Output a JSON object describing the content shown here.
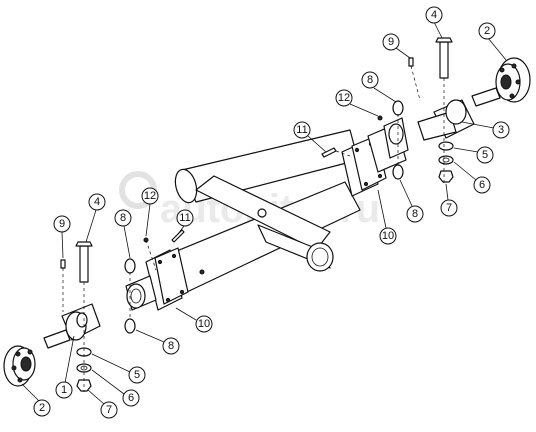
{
  "watermark": "autopiter.ru",
  "callouts": {
    "c1": "1",
    "c2a": "2",
    "c2b": "2",
    "c3": "3",
    "c4a": "4",
    "c4b": "4",
    "c5a": "5",
    "c5b": "5",
    "c6a": "6",
    "c6b": "6",
    "c7a": "7",
    "c7b": "7",
    "c8a": "8",
    "c8b": "8",
    "c8c": "8",
    "c8d": "8",
    "c9a": "9",
    "c9b": "9",
    "c10a": "10",
    "c10b": "10",
    "c11a": "11",
    "c11b": "11",
    "c12a": "12",
    "c12b": "12"
  }
}
